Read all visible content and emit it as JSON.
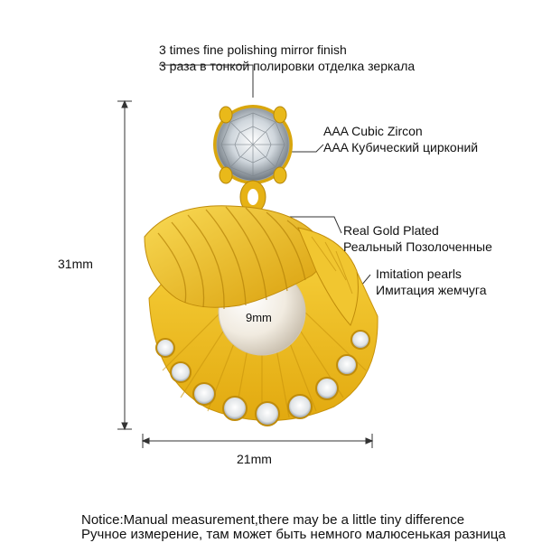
{
  "annotations": {
    "polish_en": "3 times fine polishing mirror finish",
    "polish_ru": "3 раза в тонкой полировки отделка зеркала",
    "zircon_en": "AAA Cubic Zircon",
    "zircon_ru": "AAA Кубический цирконий",
    "gold_en": "Real Gold Plated",
    "gold_ru": "Реальный Позолоченные",
    "pearl_en": "Imitation pearls",
    "pearl_ru": "Имитация жемчуга"
  },
  "dimensions": {
    "height": "31mm",
    "width": "21mm",
    "pearl": "9mm"
  },
  "notice": {
    "en": "Notice:Manual measurement,there may be a little tiny difference",
    "ru": "Ручное измерение, там может быть немного малюсенькая разница"
  },
  "colors": {
    "gold": "#e8b416",
    "gold_light": "#f7d34a",
    "gold_dark": "#b88a06",
    "pearl": "#f4efe6",
    "line": "#222222"
  }
}
